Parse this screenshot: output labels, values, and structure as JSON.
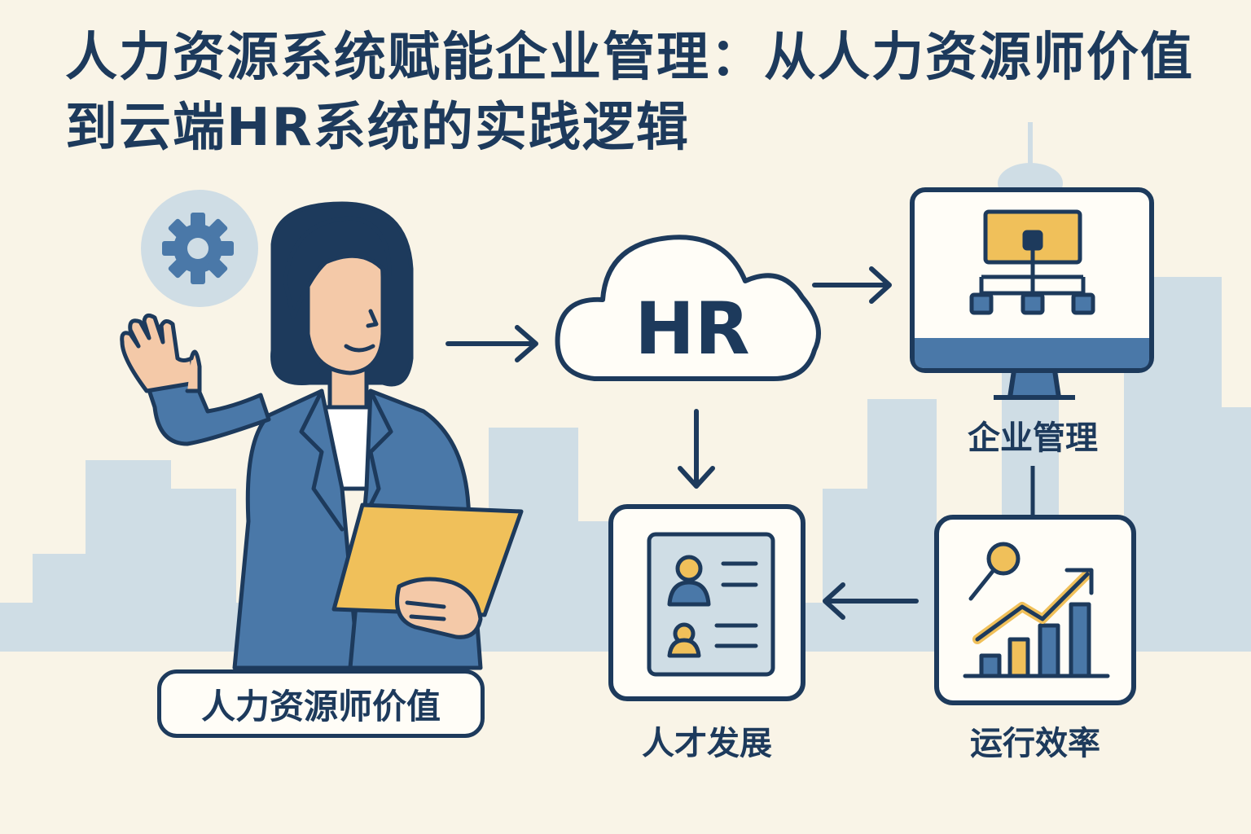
{
  "title": "人力资源系统赋能企业管理：从人力资源师价值到云端HR系统的实践逻辑",
  "nodes": {
    "hr_value": "人力资源师价值",
    "cloud": "HR",
    "enterprise": "企业管理",
    "efficiency": "运行效率",
    "talent": "人才发展"
  },
  "colors": {
    "navy": "#1d3a5c",
    "blue": "#4a78a8",
    "yellow": "#f0c05a",
    "skin": "#f4c9a8",
    "sky": "#cfdde5",
    "background": "#f9f4e7"
  },
  "icons": [
    "gear-icon",
    "cloud-icon",
    "monitor-icon",
    "org-chart-icon",
    "profile-card-icon",
    "growth-chart-icon",
    "arrow-icon"
  ]
}
